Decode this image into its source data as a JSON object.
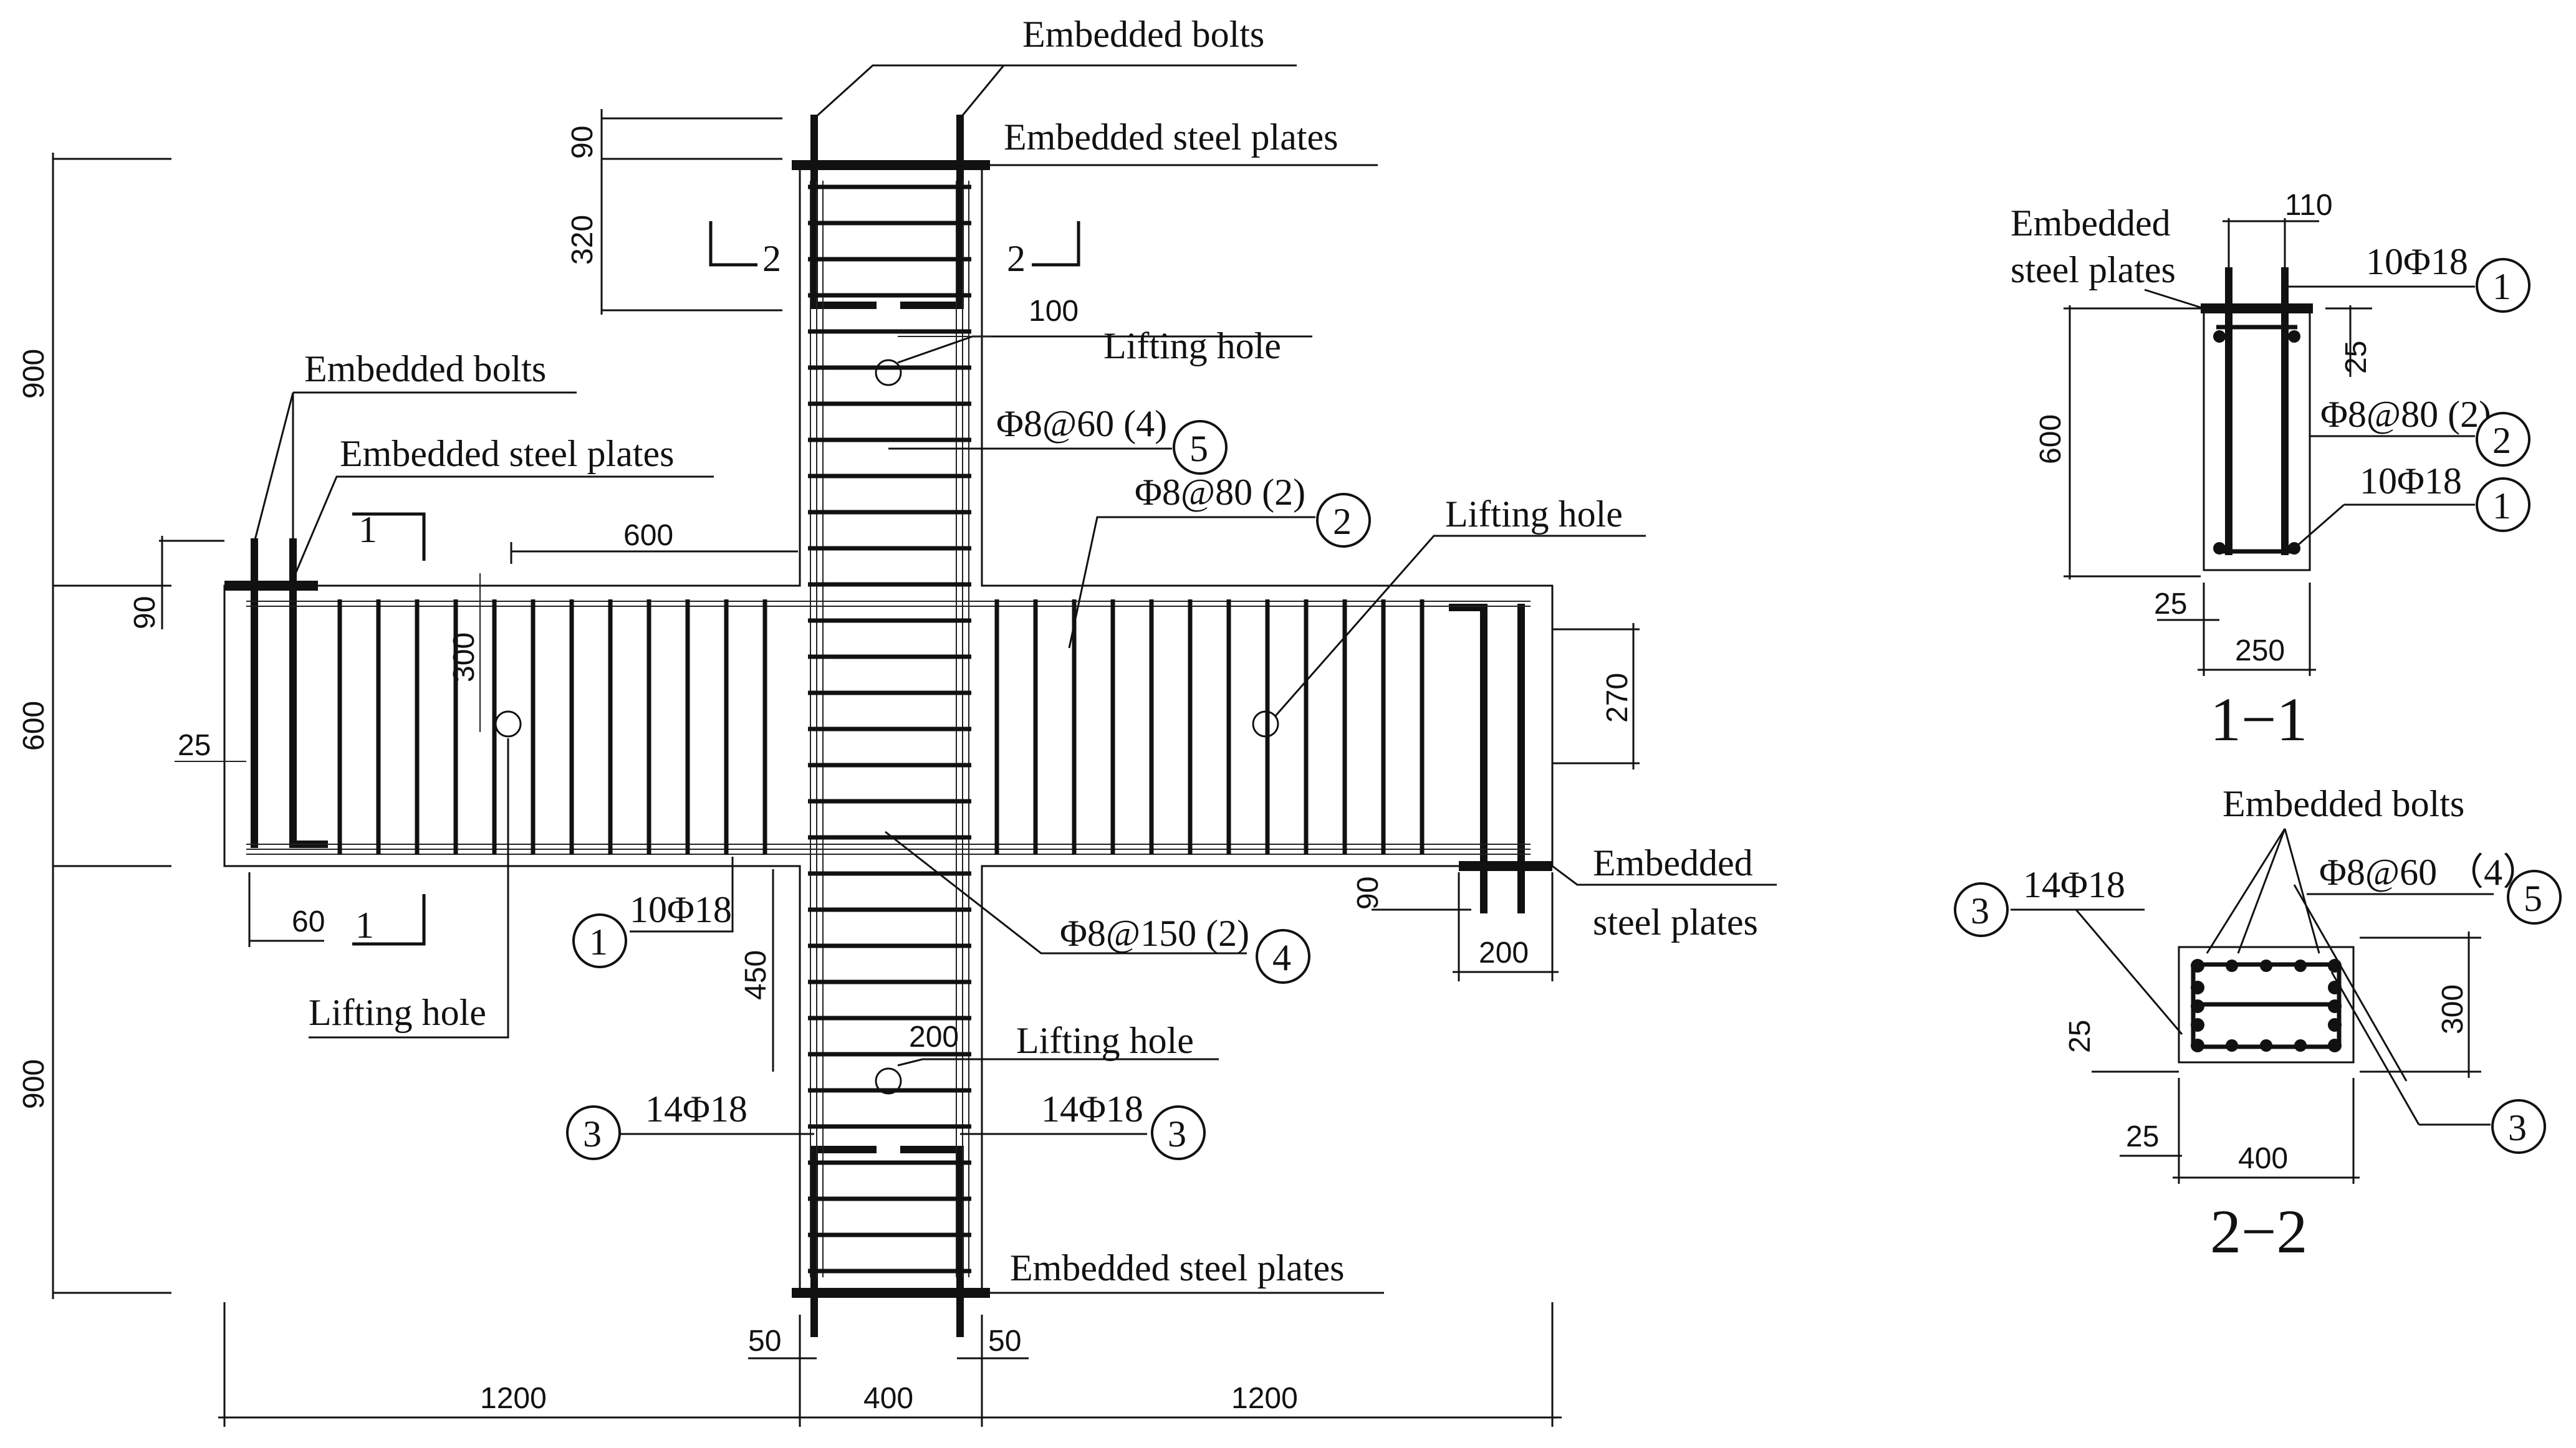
{
  "labels": {
    "embedded_bolts": "Embedded bolts",
    "embedded_steel_plates": "Embedded steel plates",
    "embedded": "Embedded",
    "steel_plates": "steel plates",
    "lifting_hole": "Lifting hole",
    "rebar_10d18": "10Φ18",
    "rebar_14d18": "14Φ18",
    "stirrup_8_60_4": "Φ8@60 (4)",
    "stirrup_8_80_2": "Φ8@80 (2)",
    "stirrup_8_150_2": "Φ8@150 (2)",
    "stirrup_8_60_4b": "Φ8@60 （4）"
  },
  "markers": {
    "m1": "1",
    "m2": "2",
    "m3": "3",
    "m4": "4",
    "m5": "5"
  },
  "section_cuts": {
    "cut1": "1",
    "cut2": "2"
  },
  "dimensions": {
    "d900": "900",
    "d600": "600",
    "d90": "90",
    "d320": "320",
    "d100": "100",
    "d300": "300",
    "d25": "25",
    "d60": "60",
    "d270": "270",
    "d200": "200",
    "d450": "450",
    "d50": "50",
    "d1200": "1200",
    "d400": "400",
    "d110": "110",
    "d250": "250"
  },
  "section_titles": {
    "s11": "1−1",
    "s22": "2−2"
  }
}
